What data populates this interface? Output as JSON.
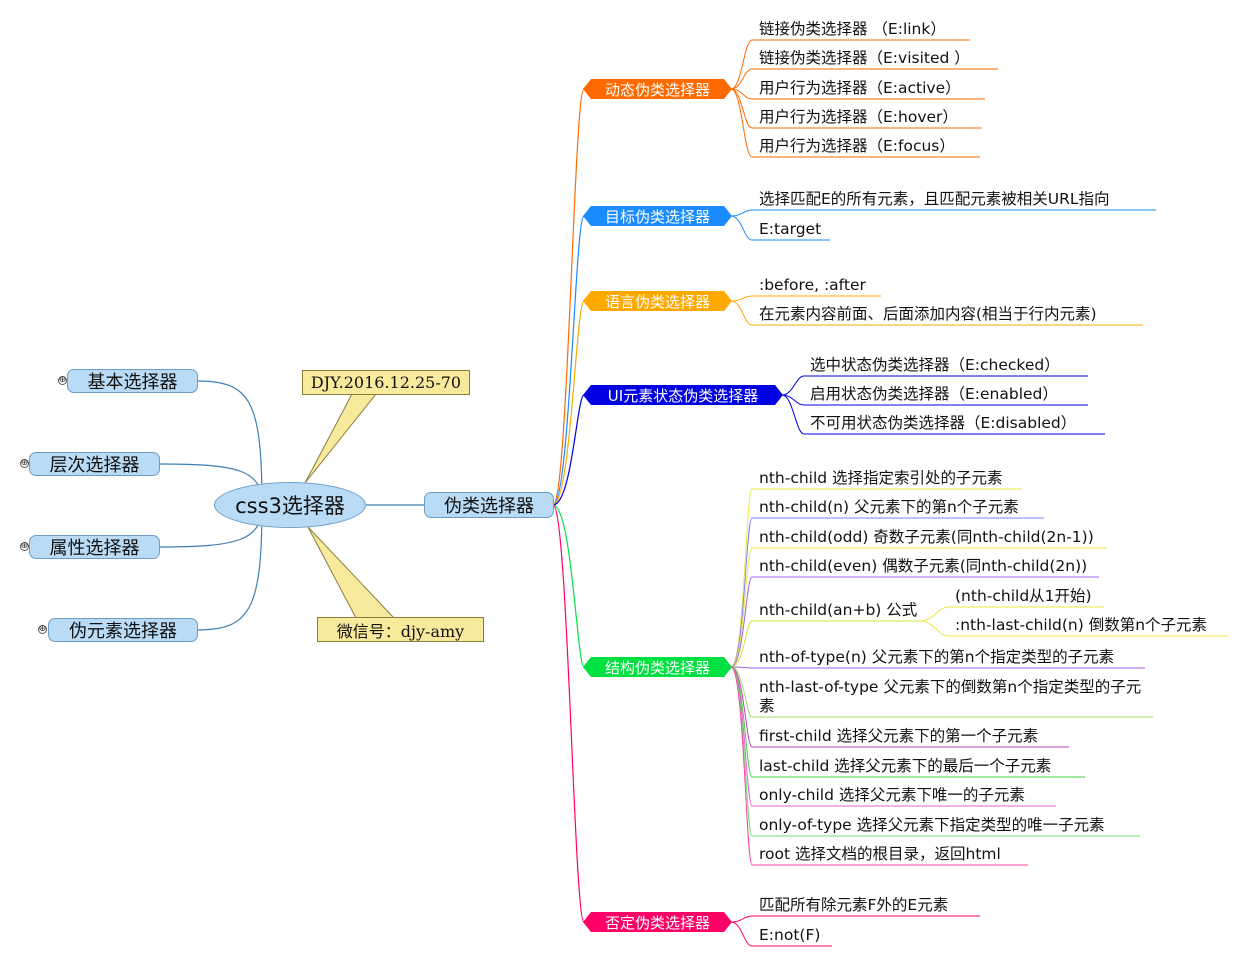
{
  "root": {
    "label": "css3选择器"
  },
  "notes": {
    "author": "DJY.2016.12.25-70",
    "wechat": "微信号：djy-amy"
  },
  "left_branches": [
    {
      "label": "基本选择器",
      "expander": "⊕"
    },
    {
      "label": "层次选择器",
      "expander": "⊕"
    },
    {
      "label": "属性选择器",
      "expander": "⊕"
    },
    {
      "label": "伪元素选择器",
      "expander": "⊕"
    }
  ],
  "main_branch": {
    "label": "伪类选择器"
  },
  "colors": {
    "dynamic": "#ff6a00",
    "target": "#1a8cff",
    "language": "#ffa800",
    "ui_state": "#0000e0",
    "structural": "#00e040",
    "negation": "#ff0066",
    "node_blue": "#b9dbf6",
    "callout_yellow": "#f8ea9c"
  },
  "categories": {
    "dynamic": {
      "label": "动态伪类选择器",
      "items": [
        "链接伪类选择器 （E:link）",
        "链接伪类选择器（E:visited  ）",
        "用户行为选择器（E:active）",
        "用户行为选择器（E:hover）",
        "用户行为选择器（E:focus）"
      ]
    },
    "target": {
      "label": "目标伪类选择器",
      "items": [
        "选择匹配E的所有元素，且匹配元素被相关URL指向",
        "E:target"
      ]
    },
    "language": {
      "label": "语言伪类选择器",
      "items": [
        ":before,  :after",
        "在元素内容前面、后面添加内容(相当于行内元素)"
      ]
    },
    "ui_state": {
      "label": "UI元素状态伪类选择器",
      "items": [
        "选中状态伪类选择器（E:checked）",
        "启用状态伪类选择器（E:enabled）",
        "不可用状态伪类选择器（E:disabled）"
      ]
    },
    "structural": {
      "label": "结构伪类选择器",
      "items": [
        "nth-child 选择指定索引处的子元素",
        "nth-child(n) 父元素下的第n个子元素",
        "nth-child(odd) 奇数子元素(同nth-child(2n-1))",
        "nth-child(even) 偶数子元素(同nth-child(2n))",
        "nth-child(an+b) 公式",
        "nth-of-type(n) 父元素下的第n个指定类型的子元素",
        "nth-last-of-type 父元素下的倒数第n个指定类型的子元素",
        "first-child 选择父元素下的第一个子元素",
        "last-child 选择父元素下的最后一个子元素",
        "only-child 选择父元素下唯一的子元素",
        "only-of-type 选择父元素下指定类型的唯一子元素",
        "root 选择文档的根目录，返回html"
      ],
      "formula_children": [
        "(nth-child从1开始)",
        ":nth-last-child(n) 倒数第n个子元素"
      ]
    },
    "negation": {
      "label": "否定伪类选择器",
      "items": [
        "匹配所有除元素F外的E元素",
        "E:not(F)"
      ]
    }
  }
}
